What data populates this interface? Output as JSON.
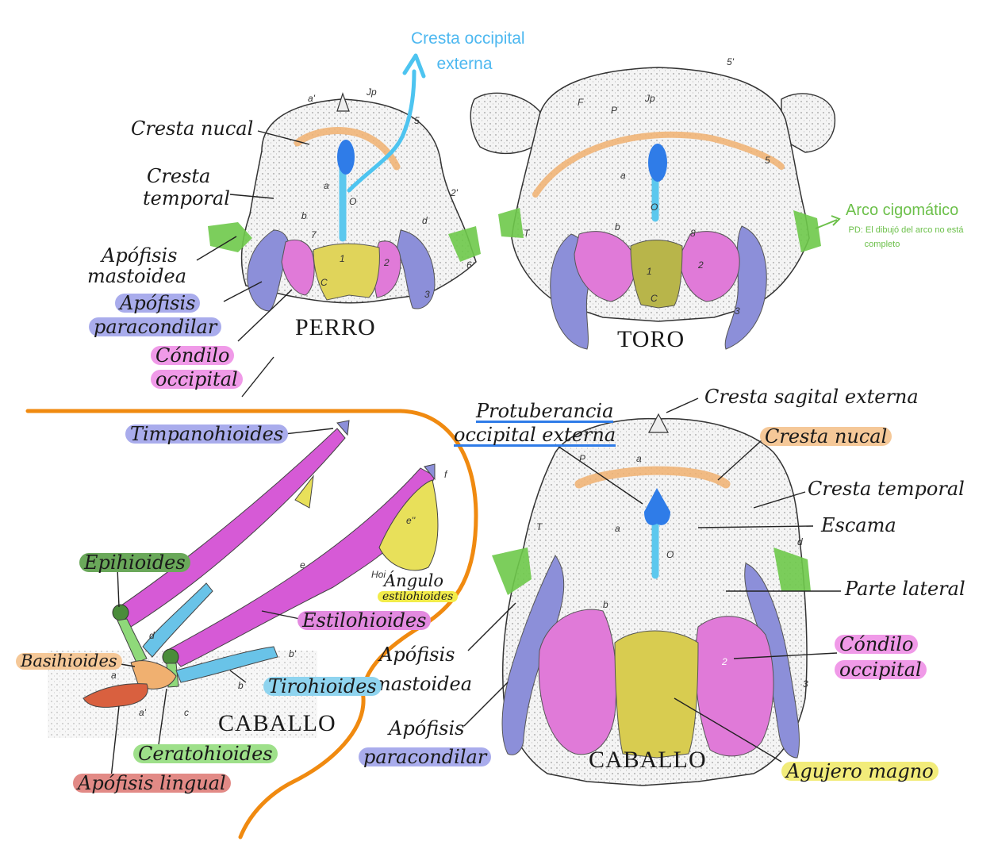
{
  "colors": {
    "mastoid": "#6ec94a",
    "paracondylar": "#8c8fd9",
    "condyle": "#e07ad8",
    "foramen": "#e0d45a",
    "nuchal": "#f0b070",
    "occipital_crest": "#3aa0ee",
    "protuberance": "#2f7ce8",
    "hyoid_lingual": "#d9603f",
    "hyoid_basi": "#f0b070",
    "hyoid_tiro": "#69c3e8",
    "hyoid_stylo": "#d65ad6",
    "hyoid_epi": "#4a8c3a",
    "hyoid_cerato": "#8fd97a",
    "hyoid_angle": "#e8e05a",
    "divider": "#f08a10"
  },
  "titles": {
    "dog": "PERRO",
    "bull": "TORO",
    "horse_skull": "CABALLO",
    "horse_hyoid": "CABALLO"
  },
  "notes": {
    "occipital_crest_line1": "Cresta occipital",
    "occipital_crest_line2": "externa",
    "zygomatic": "Arco cigomático",
    "zygomatic_pd1": "PD: El dibujó del arco no está",
    "zygomatic_pd2": "completo"
  },
  "dog_labels": {
    "nuchal": "Cresta nucal",
    "temporal1": "Cresta",
    "temporal2": "temporal",
    "mastoid1": "Apófisis",
    "mastoid2": "mastoidea",
    "paracondylar1": "Apófisis",
    "paracondylar2": "paracondilar",
    "condyle1": "Cóndilo",
    "condyle2": "occipital"
  },
  "horse_labels": {
    "protuberance1": "Protuberancia",
    "protuberance2": "occipital externa",
    "sagittal": "Cresta sagital externa",
    "nuchal": "Cresta nucal",
    "temporal": "Cresta temporal",
    "squama": "Escama",
    "lateral": "Parte lateral",
    "condyle1": "Cóndilo",
    "condyle2": "occipital",
    "mastoid1": "Apófisis",
    "mastoid2": "mastoidea",
    "paracondylar1": "Apófisis",
    "paracondylar2": "paracondilar",
    "foramen": "Agujero magno"
  },
  "hyoid_labels": {
    "tympano": "Timpanohioides",
    "epi": "Epihioides",
    "angle1": "Ángulo",
    "angle2": "estilohioides",
    "stylo": "Estilohioides",
    "basi": "Basihioides",
    "tiro": "Tirohioides",
    "cerato": "Ceratohioides",
    "lingual": "Apófisis lingual"
  },
  "letters": {
    "dog": [
      "a'",
      "Jp",
      "5",
      "a",
      "O",
      "2'",
      "b",
      "d",
      "7",
      "1",
      "C",
      "2",
      "3",
      "6"
    ],
    "bull": [
      "5'",
      "F",
      "P",
      "Jp",
      "a",
      "O",
      "b",
      "8",
      "1",
      "C",
      "2",
      "3",
      "5",
      "T"
    ],
    "horse": [
      "P",
      "a",
      "T",
      "d",
      "a",
      "O",
      "b",
      "2",
      "3"
    ],
    "hyoid": [
      "f",
      "e''",
      "Hoi",
      "e",
      "d",
      "b'",
      "b",
      "a",
      "a'",
      "c"
    ]
  }
}
